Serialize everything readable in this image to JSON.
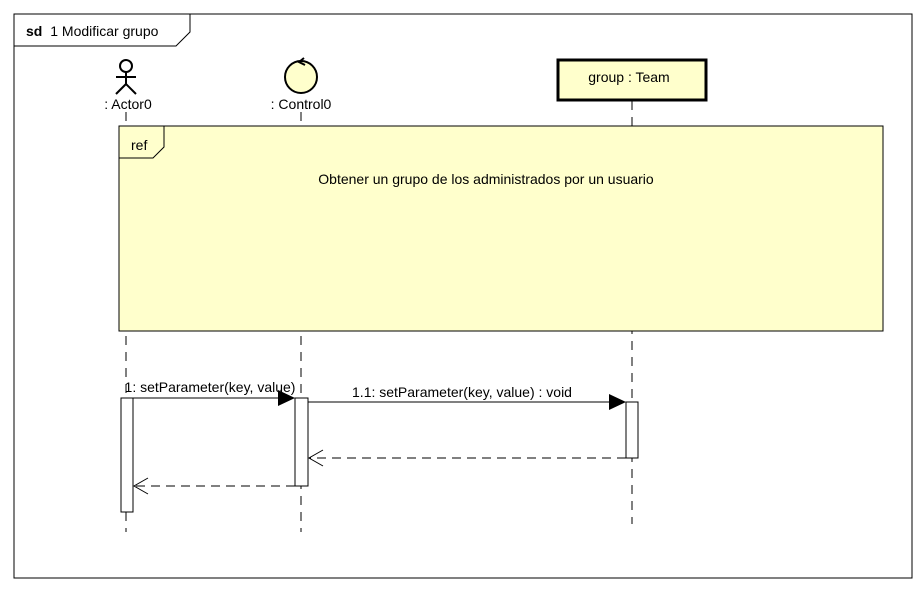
{
  "frame": {
    "keyword": "sd",
    "title": "1 Modificar grupo"
  },
  "lifelines": [
    {
      "label": ": Actor0",
      "kind": "actor"
    },
    {
      "label": ": Control0",
      "kind": "control"
    },
    {
      "label": "group : Team",
      "kind": "object"
    }
  ],
  "ref_fragment": {
    "keyword": "ref",
    "text": "Obtener un grupo de los administrados por un usuario"
  },
  "messages": [
    {
      "label": "1: setParameter(key, value)",
      "type": "sync",
      "from": ": Actor0",
      "to": ": Control0"
    },
    {
      "label": "1.1: setParameter(key, value) : void",
      "type": "sync",
      "from": ": Control0",
      "to": "group : Team"
    },
    {
      "label": "",
      "type": "return",
      "from": "group : Team",
      "to": ": Control0"
    },
    {
      "label": "",
      "type": "return",
      "from": ": Control0",
      "to": ": Actor0"
    }
  ],
  "colors": {
    "fill": "#FFFFCC",
    "stroke": "#000000",
    "background": "#FFFFFF"
  }
}
